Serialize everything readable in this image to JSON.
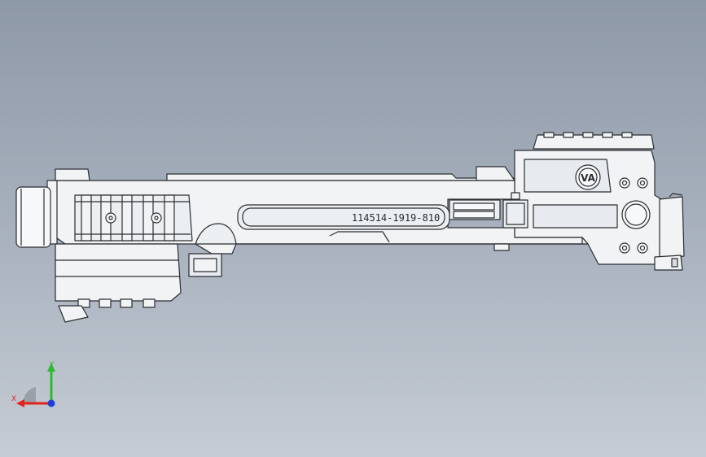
{
  "model": {
    "engraving": "114514-1919-810",
    "logo_text": "VA",
    "colors": {
      "part_fill": "#f1f3f5",
      "part_shade": "#d9dde2",
      "edge": "#2a2d31",
      "bg_top": "#8e99a8",
      "bg_bottom": "#c6ccd5"
    }
  },
  "triad": {
    "x_label": "X",
    "y_label": "Y",
    "x_color": "#e0241b",
    "y_color": "#2fb92f",
    "z_color": "#1f3fd6"
  }
}
